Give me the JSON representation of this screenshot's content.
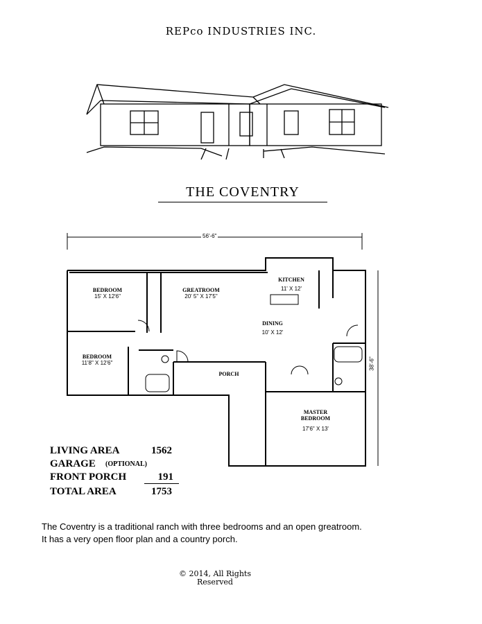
{
  "header": {
    "company": "REPco INDUSTRIES INC."
  },
  "plan": {
    "title": "THE COVENTRY",
    "width_dim": "56'-6\"",
    "depth_dim": "38'-6\"",
    "rooms": [
      {
        "name": "BEDROOM",
        "size": "15' X 12'6\""
      },
      {
        "name": "GREATROOM",
        "size": "20' 5\" X 17'5\""
      },
      {
        "name": "KITCHEN",
        "size": "11' X 12'"
      },
      {
        "name": "DINING",
        "size": "10' X 12'"
      },
      {
        "name": "BEDROOM",
        "size": "11'8\" X 12'6\""
      },
      {
        "name": "PORCH",
        "size": ""
      },
      {
        "name": "MASTER BEDROOM",
        "size": "17'6\" X 13'"
      }
    ]
  },
  "areas": [
    {
      "label": "LIVING AREA",
      "note": "",
      "value": "1562"
    },
    {
      "label": "GARAGE",
      "note": "(OPTIONAL)",
      "value": ""
    },
    {
      "label": "FRONT PORCH",
      "note": "",
      "value": "191"
    },
    {
      "label": "TOTAL AREA",
      "note": "",
      "value": "1753"
    }
  ],
  "description": [
    "The Coventry is a traditional ranch with three bedrooms and an open greatroom.",
    "It has a very open floor plan and a country porch."
  ],
  "copyright": {
    "line1": "© 2014, All Rights",
    "line2": "Reserved"
  }
}
